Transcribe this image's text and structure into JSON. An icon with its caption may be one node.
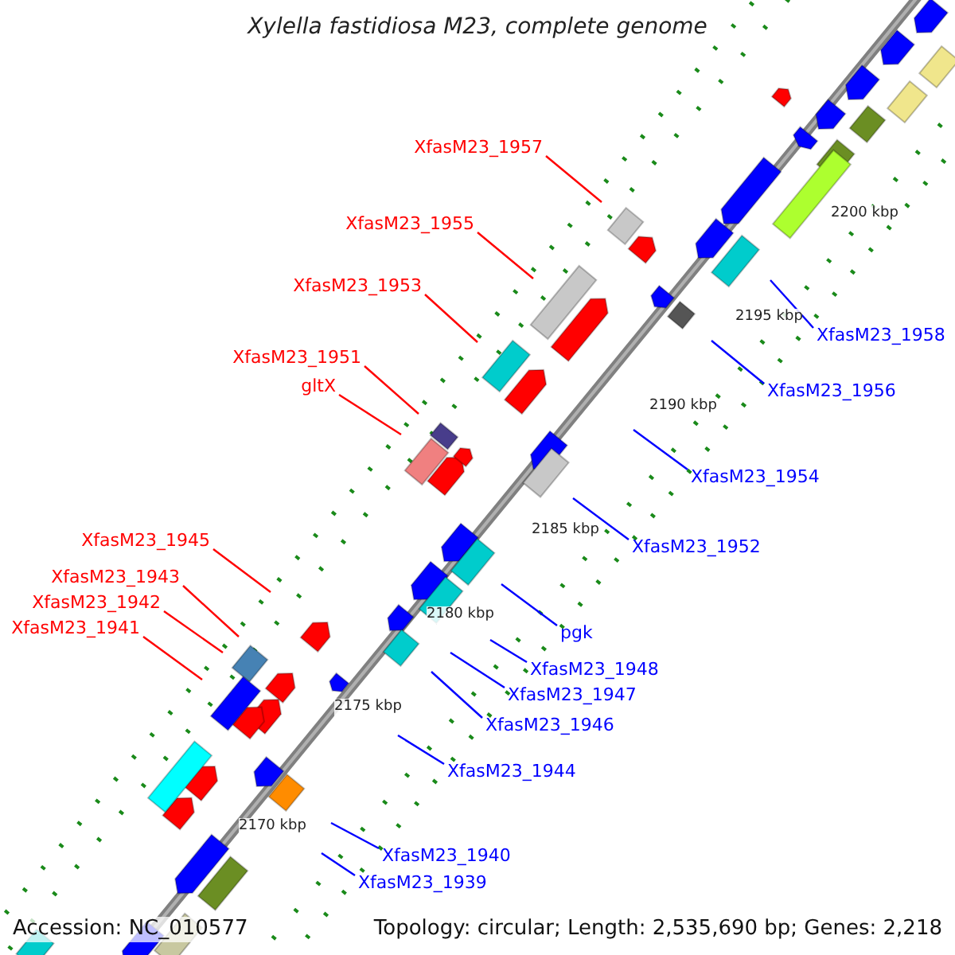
{
  "diagram": {
    "title": "Xylella fastidiosa M23, complete genome",
    "nodes": [
      {
        "text": [
          "XfasM23_1957"
        ]
      },
      {
        "text": [
          "XfasM23_1955"
        ]
      },
      {
        "text": [
          "XfasM23_1953"
        ]
      },
      {
        "text": [
          "XfasM23_1958"
        ]
      },
      {
        "text": [
          "XfasM23_1951"
        ]
      },
      {
        "text": [
          "gltX"
        ]
      },
      {
        "text": [
          "XfasM23_1956"
        ]
      },
      {
        "text": [
          "XfasM23_1954"
        ]
      },
      {
        "text": [
          "XfasM23_1945"
        ]
      },
      {
        "text": [
          "XfasM23_1952"
        ]
      },
      {
        "text": [
          "XfasM23_1943"
        ]
      },
      {
        "text": [
          "XfasM23_1942"
        ]
      },
      {
        "text": [
          "pgk"
        ]
      },
      {
        "text": [
          "XfasM23_1941"
        ]
      },
      {
        "text": [
          "XfasM23_1948"
        ]
      },
      {
        "text": [
          "XfasM23_1947"
        ]
      },
      {
        "text": [
          "XfasM23_1946"
        ]
      },
      {
        "text": [
          "XfasM23_1944"
        ]
      },
      {
        "text": [
          "XfasM23_1940"
        ]
      },
      {
        "text": [
          "XfasM23_1939"
        ]
      }
    ],
    "edges": [
      {
        "from": 0,
        "to": null,
        "arrow": "none",
        "color": "#ff0000"
      },
      {
        "from": 1,
        "to": null,
        "arrow": "none",
        "color": "#ff0000"
      },
      {
        "from": 2,
        "to": null,
        "arrow": "none",
        "color": "#ff0000"
      },
      {
        "from": 3,
        "to": null,
        "arrow": "none"
      },
      {
        "from": 4,
        "to": null,
        "arrow": "none",
        "color": "#ff0000"
      },
      {
        "from": 5,
        "to": null,
        "arrow": "none",
        "color": "#ff0000"
      },
      {
        "from": 6,
        "to": null,
        "arrow": "none"
      },
      {
        "from": 7,
        "to": null,
        "arrow": "none"
      },
      {
        "from": 8,
        "to": null,
        "arrow": "none",
        "color": "#ff0000"
      },
      {
        "from": 9,
        "to": null,
        "arrow": "none"
      },
      {
        "from": 10,
        "to": null,
        "arrow": "none",
        "color": "#ff0000"
      },
      {
        "from": 11,
        "to": null,
        "arrow": "none",
        "color": "#ff0000"
      },
      {
        "from": 12,
        "to": null,
        "arrow": "none"
      },
      {
        "from": 13,
        "to": null,
        "arrow": "none",
        "color": "#ff0000"
      },
      {
        "from": 14,
        "to": null,
        "arrow": "none"
      },
      {
        "from": 15,
        "to": null,
        "arrow": "none"
      },
      {
        "from": 16,
        "to": null,
        "arrow": "none"
      },
      {
        "from": 17,
        "to": null,
        "arrow": "none"
      },
      {
        "from": 18,
        "to": null,
        "arrow": "none"
      },
      {
        "from": 19,
        "to": null,
        "arrow": "none"
      }
    ],
    "labels": [
      "2200 kbp",
      "2195 kbp",
      "2190 kbp",
      "2185 kbp",
      "2180 kbp",
      "2175 kbp",
      "2170 kbp",
      "Accession: NC_010577",
      "Topology: circular; Length: 2,535,690 bp; Genes: 2,218"
    ]
  }
}
